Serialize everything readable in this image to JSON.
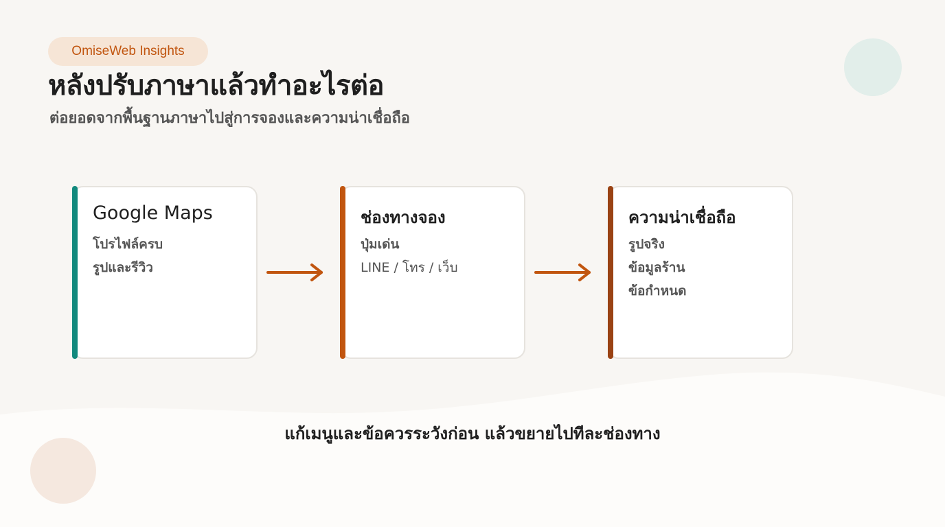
{
  "tag": "OmiseWeb Insights",
  "title": "หลังปรับภาษาแล้วทำอะไรต่อ",
  "subtitle": "ต่อยอดจากพื้นฐานภาษาไปสู่การจองและความน่าเชื่อถือ",
  "cards": [
    {
      "title": "Google Maps",
      "lines": [
        "โปรไฟล์ครบ",
        "รูปและรีวิว"
      ],
      "accent": "#12897d"
    },
    {
      "title": "ช่องทางจอง",
      "lines": [
        "ปุ่มเด่น",
        "LINE / โทร / เว็บ"
      ],
      "accent": "#c1550f"
    },
    {
      "title": "ความน่าเชื่อถือ",
      "lines": [
        "รูปจริง",
        "ข้อมูลร้าน",
        "ข้อกำหนด"
      ],
      "accent": "#9a4314"
    }
  ],
  "arrow_color": "#c1550f",
  "footer": "แก้เมนูและข้อควรระวังก่อน แล้วขยายไปทีละช่องทาง"
}
